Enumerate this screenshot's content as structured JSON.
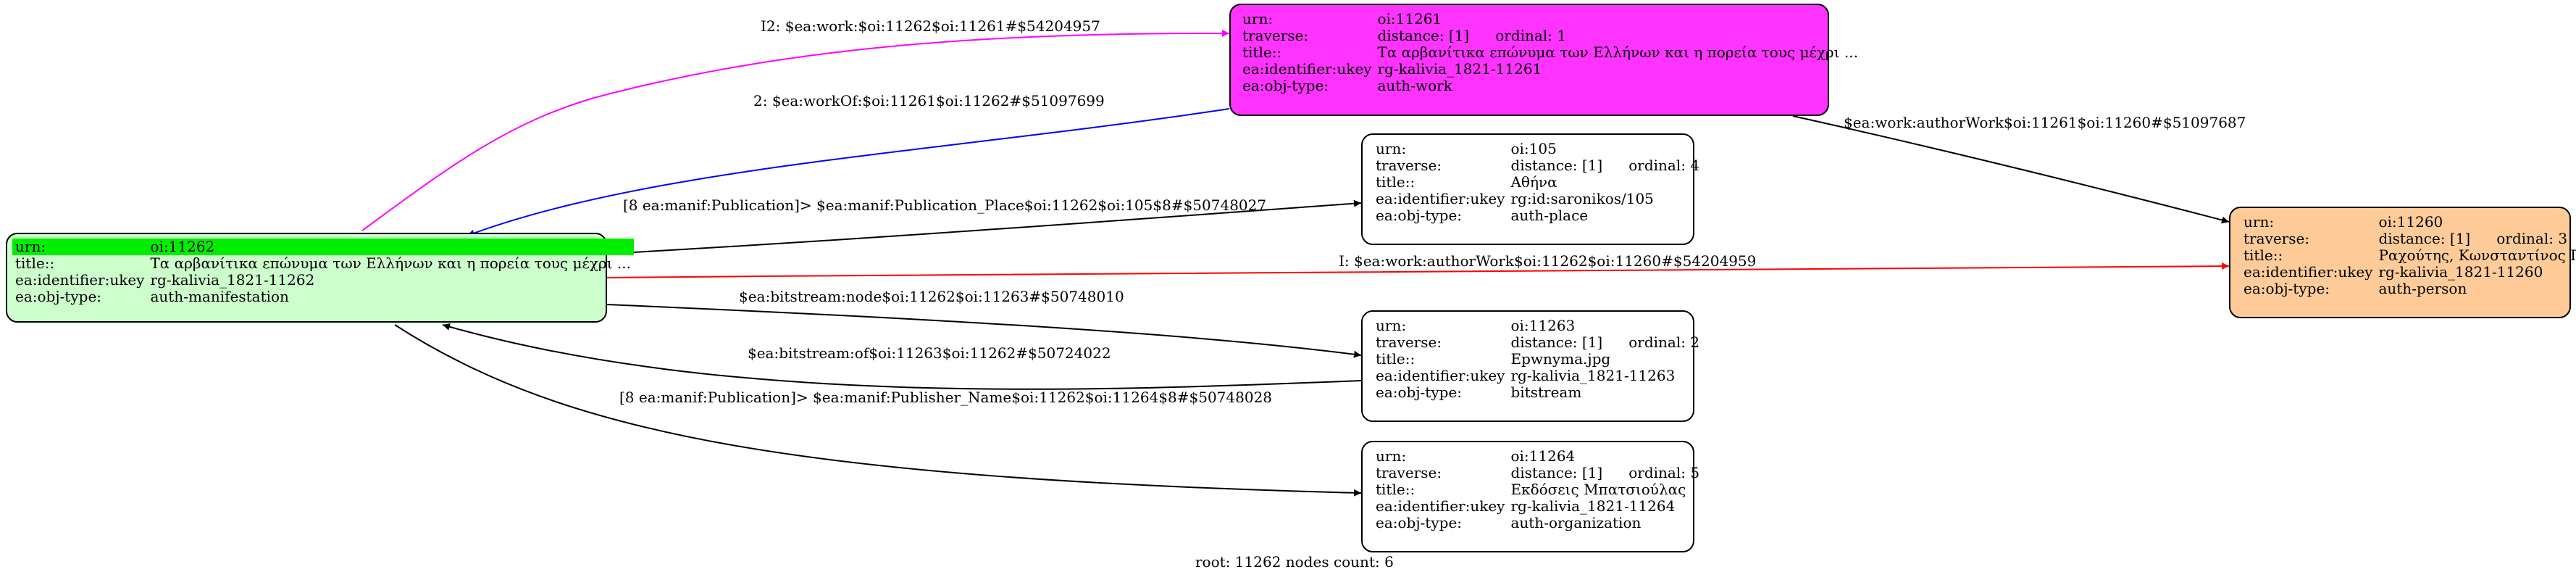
{
  "colors": {
    "root_fill": "#ccffcc",
    "root_highlight": "#00ee00",
    "work_fill": "#ff33ff",
    "person_fill": "#ffcc99",
    "plain_fill": "#ffffff",
    "edge_magenta": "#ff00ff",
    "edge_blue": "#0000ff",
    "edge_red": "#ff0000",
    "edge_black": "#000000"
  },
  "nodes": {
    "root": {
      "urn_key": "urn:",
      "urn_val": "oi:11262",
      "title_key": "title::",
      "title_val": "Τα αρβανίτικα επώνυμα των Ελλήνων και η πορεία τους μέχρι ...",
      "ukey_key": "ea:identifier:ukey",
      "ukey_val": "rg-kalivia_1821-11262",
      "type_key": "ea:obj-type:",
      "type_val": "auth-manifestation"
    },
    "work": {
      "urn_key": "urn:",
      "urn_val": "oi:11261",
      "trav_key": "traverse:",
      "dist": "distance: [1]",
      "ord": "ordinal: 1",
      "title_key": "title::",
      "title_val": "Τα αρβανίτικα επώνυμα των Ελλήνων και η πορεία τους μέχρι ...",
      "ukey_key": "ea:identifier:ukey",
      "ukey_val": "rg-kalivia_1821-11261",
      "type_key": "ea:obj-type:",
      "type_val": "auth-work"
    },
    "place": {
      "urn_key": "urn:",
      "urn_val": "oi:105",
      "trav_key": "traverse:",
      "dist": "distance: [1]",
      "ord": "ordinal: 4",
      "title_key": "title::",
      "title_val": "Αθήνα",
      "ukey_key": "ea:identifier:ukey",
      "ukey_val": "rg:id:saronikos/105",
      "type_key": "ea:obj-type:",
      "type_val": "auth-place"
    },
    "person": {
      "urn_key": "urn:",
      "urn_val": "oi:11260",
      "trav_key": "traverse:",
      "dist": "distance: [1]",
      "ord": "ordinal: 3",
      "title_key": "title::",
      "title_val": "Ραχούτης, Κωνσταντίνος Π.",
      "ukey_key": "ea:identifier:ukey",
      "ukey_val": "rg-kalivia_1821-11260",
      "type_key": "ea:obj-type:",
      "type_val": "auth-person"
    },
    "bitstream": {
      "urn_key": "urn:",
      "urn_val": "oi:11263",
      "trav_key": "traverse:",
      "dist": "distance: [1]",
      "ord": "ordinal: 2",
      "title_key": "title::",
      "title_val": "Epwnyma.jpg",
      "ukey_key": "ea:identifier:ukey",
      "ukey_val": "rg-kalivia_1821-11263",
      "type_key": "ea:obj-type:",
      "type_val": "bitstream"
    },
    "org": {
      "urn_key": "urn:",
      "urn_val": "oi:11264",
      "trav_key": "traverse:",
      "dist": "distance: [1]",
      "ord": "ordinal: 5",
      "title_key": "title::",
      "title_val": "Εκδόσεις Μπατσιούλας",
      "ukey_key": "ea:identifier:ukey",
      "ukey_val": "rg-kalivia_1821-11264",
      "type_key": "ea:obj-type:",
      "type_val": "auth-organization"
    }
  },
  "edges": {
    "e1": "I2: $ea:work:$oi:11262$oi:11261#$54204957",
    "e2": "2: $ea:workOf:$oi:11261$oi:11262#$51097699",
    "e3": "$ea:work:authorWork$oi:11261$oi:11260#$51097687",
    "e4": "[8 ea:manif:Publication]> $ea:manif:Publication_Place$oi:11262$oi:105$8#$50748027",
    "e5": "I: $ea:work:authorWork$oi:11262$oi:11260#$54204959",
    "e6": "$ea:bitstream:node$oi:11262$oi:11263#$50748010",
    "e7": "$ea:bitstream:of$oi:11263$oi:11262#$50724022",
    "e8": "[8 ea:manif:Publication]> $ea:manif:Publisher_Name$oi:11262$oi:11264$8#$50748028"
  },
  "caption": "root: 11262 nodes count: 6"
}
